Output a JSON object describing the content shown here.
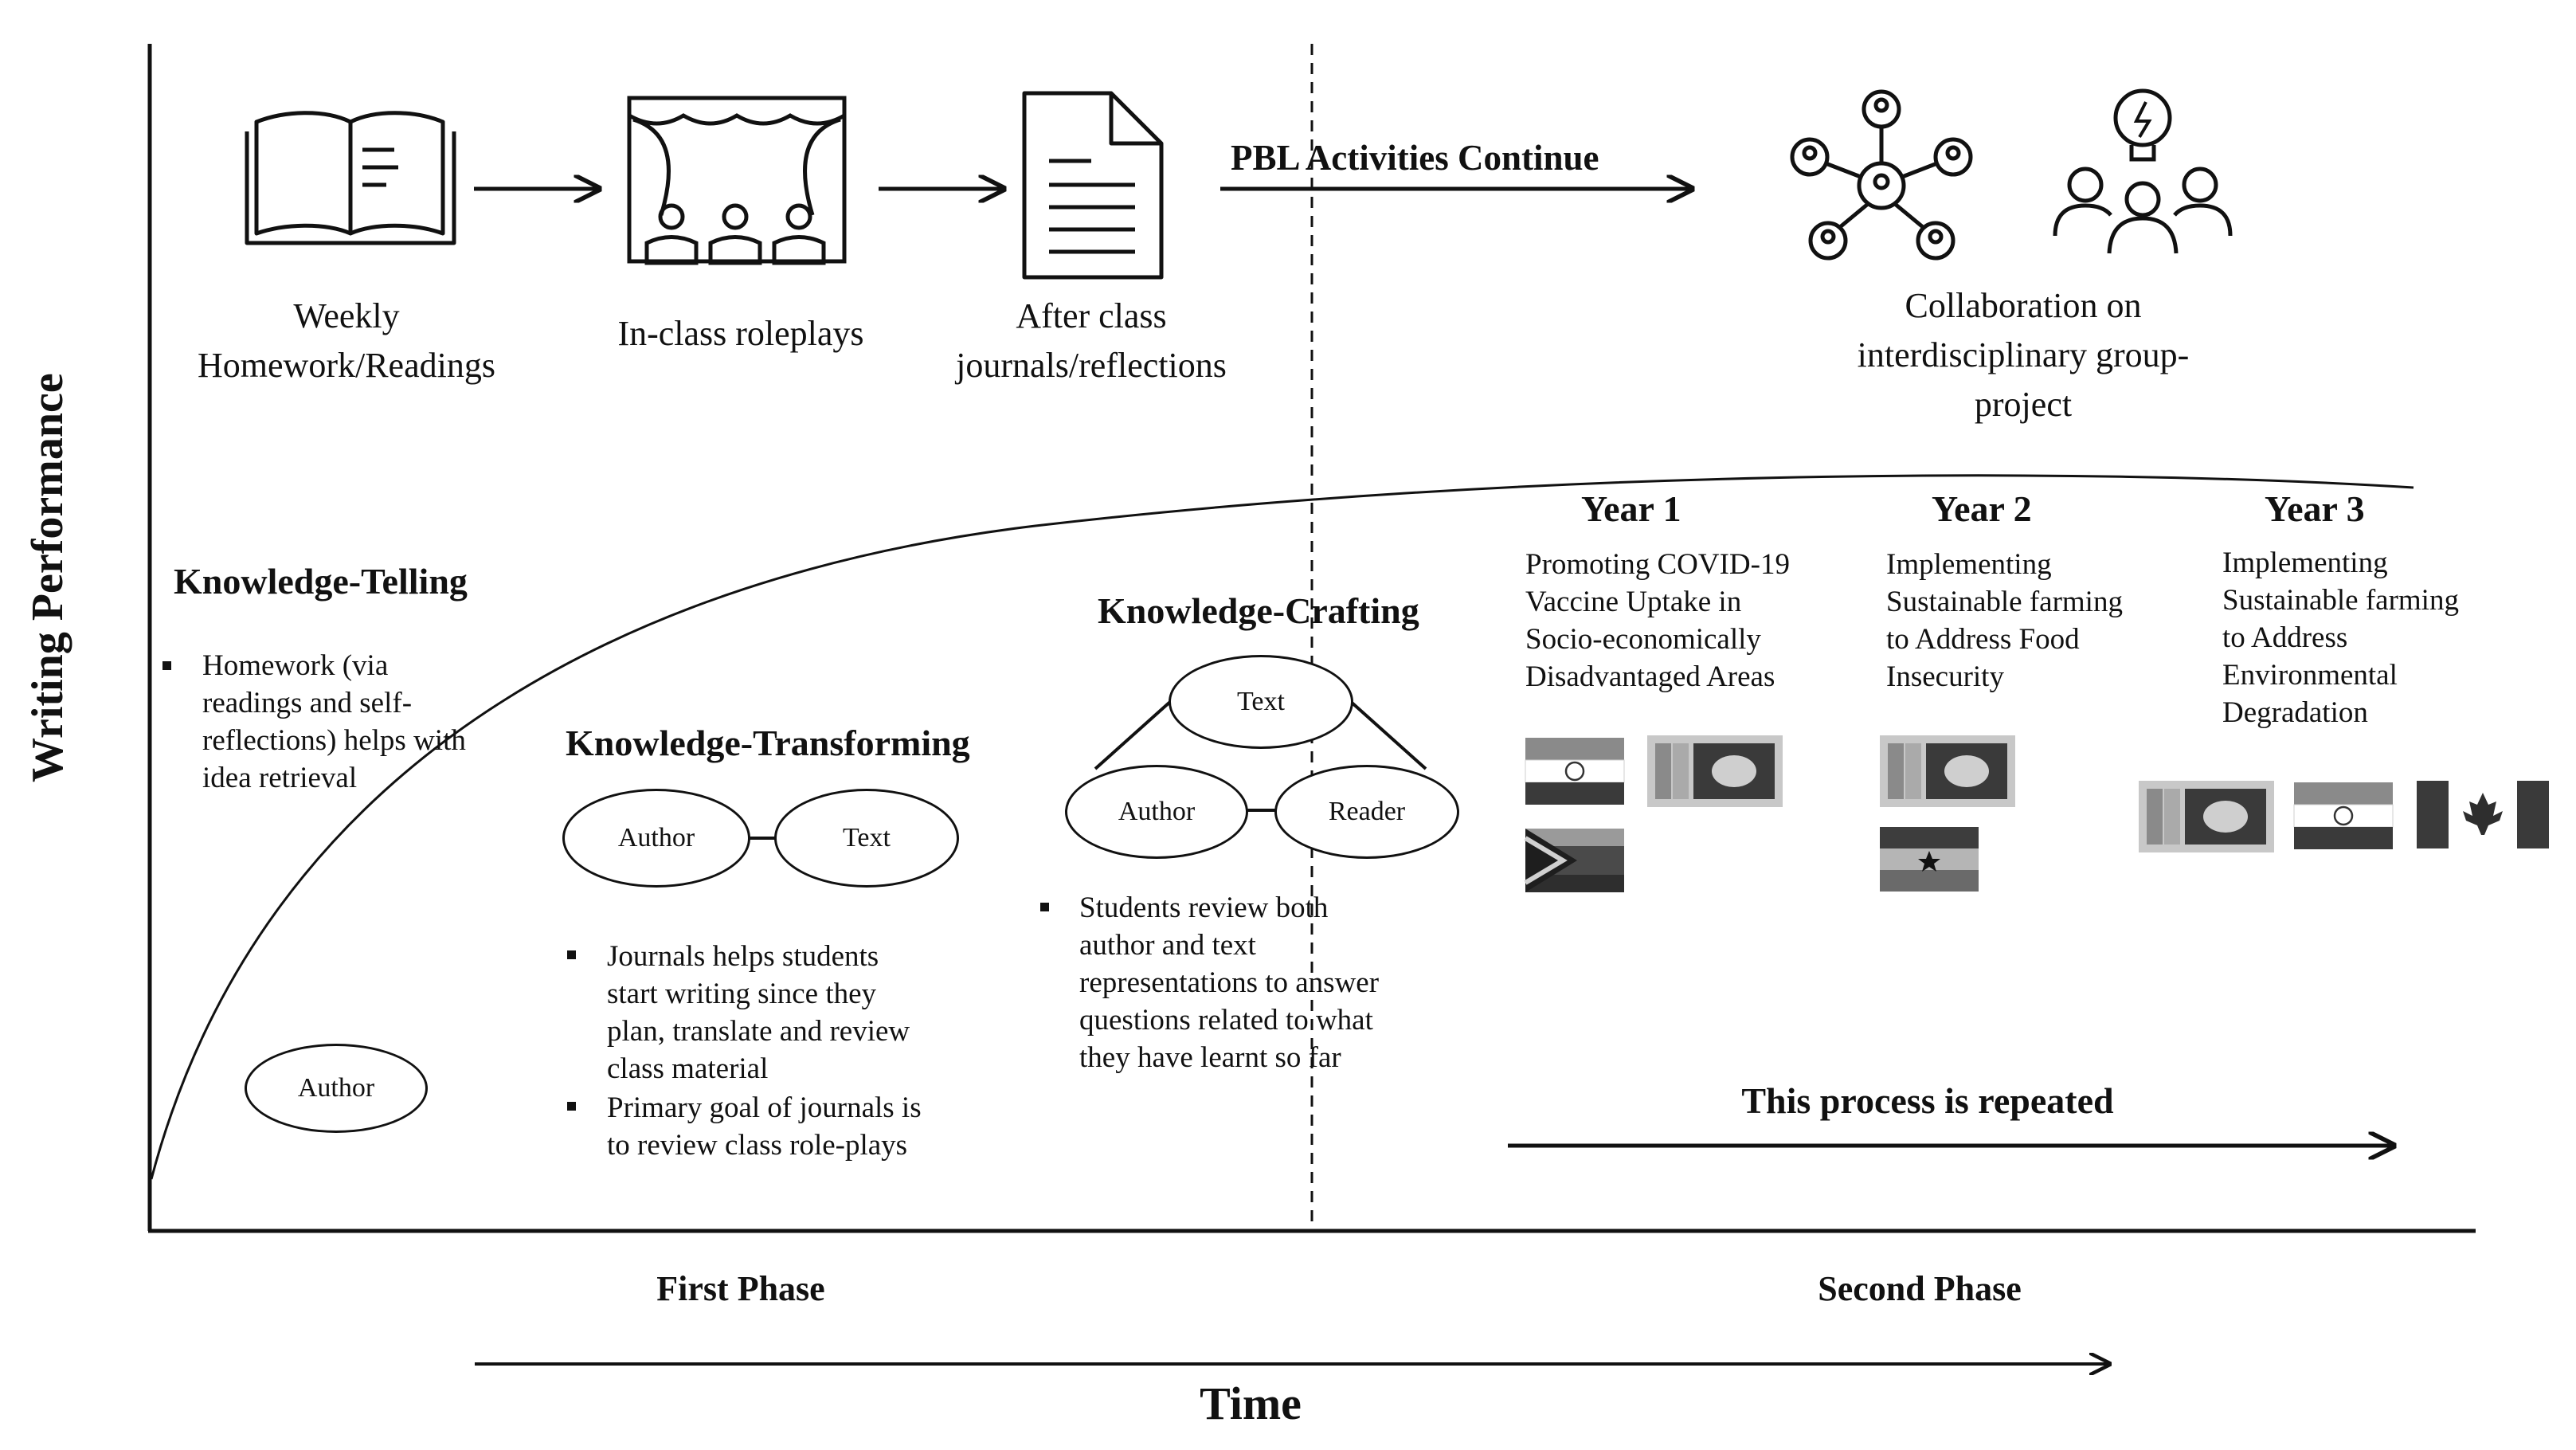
{
  "axes": {
    "y_label": "Writing Performance",
    "x_label": "Time",
    "phase_first": "First Phase",
    "phase_second": "Second Phase"
  },
  "activities": {
    "weekly_line1": "Weekly",
    "weekly_line2": "Homework/Readings",
    "roleplays": "In-class roleplays",
    "journals_line1": "After class",
    "journals_line2": "journals/reflections",
    "pbl": "PBL Activities Continue",
    "collab_line1": "Collaboration on",
    "collab_line2": "interdisciplinary group-",
    "collab_line3": "project"
  },
  "stages": {
    "telling": {
      "title": "Knowledge-Telling",
      "ovals": [
        "Author"
      ],
      "bullets": [
        [
          "Homework (via",
          "readings and self-",
          "reflections) helps with",
          "idea retrieval"
        ]
      ]
    },
    "transforming": {
      "title": "Knowledge-Transforming",
      "ovals": [
        "Author",
        "Text"
      ],
      "bullets": [
        [
          "Journals helps students",
          "start writing since they",
          "plan, translate and review",
          "class material"
        ],
        [
          "Primary goal of journals is",
          "to review class role-plays"
        ]
      ]
    },
    "crafting": {
      "title": "Knowledge-Crafting",
      "ovals": [
        "Text",
        "Author",
        "Reader"
      ],
      "bullets": [
        [
          "Students review both",
          "author and text",
          "representations to answer",
          "questions related to what",
          "they have learnt so far"
        ]
      ]
    }
  },
  "years": [
    {
      "label": "Year 1",
      "lines": [
        "Promoting COVID-19",
        "Vaccine Uptake in",
        "Socio-economically",
        "Disadvantaged Areas"
      ]
    },
    {
      "label": "Year 2",
      "lines": [
        "Implementing",
        "Sustainable farming",
        "to Address Food",
        "Insecurity"
      ]
    },
    {
      "label": "Year 3",
      "lines": [
        "Implementing",
        "Sustainable farming",
        "to Address",
        "Environmental",
        "Degradation"
      ]
    }
  ],
  "repeat_text": "This process is repeated",
  "flags": {
    "year1": [
      "india-flag",
      "sri-lanka-flag",
      "south-africa-flag"
    ],
    "year2": [
      "sri-lanka-flag",
      "ghana-flag"
    ],
    "year3": [
      "sri-lanka-flag",
      "india-flag",
      "canada-flag"
    ]
  },
  "colors": {
    "ink": "#111111",
    "flag_dark": "#3a3a3a",
    "flag_mid": "#8a8a8a",
    "flag_light": "#d8d8d8"
  }
}
